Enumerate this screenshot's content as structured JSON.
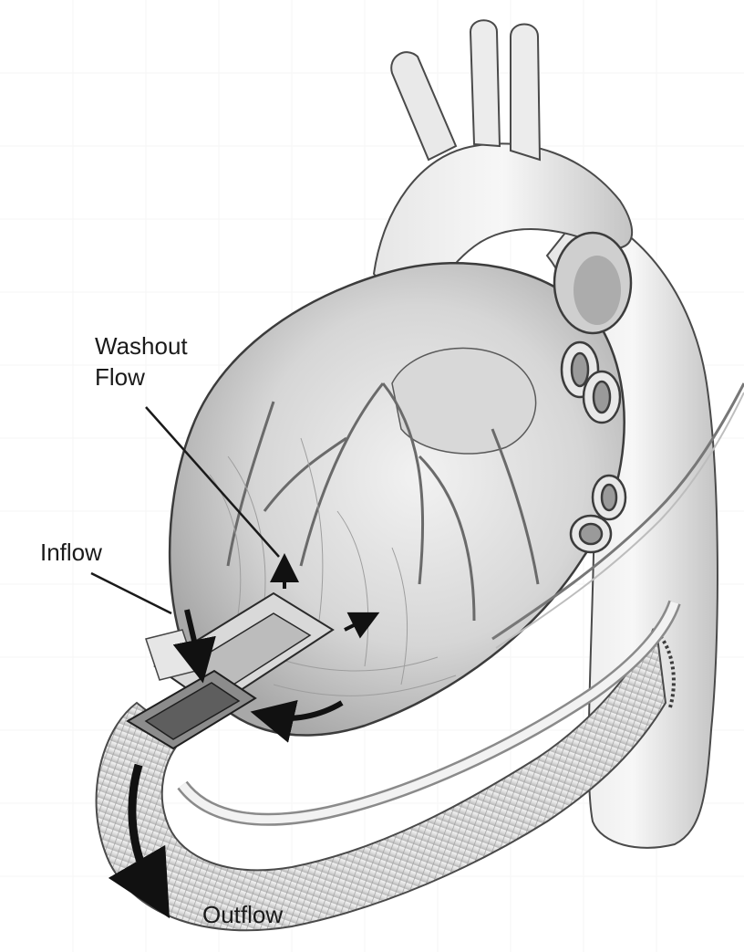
{
  "labels": {
    "washout_line1": "Washout",
    "washout_line2": "Flow",
    "inflow": "Inflow",
    "outflow": "Outflow"
  },
  "colors": {
    "ink": "#1a1a1a",
    "tissue": "#d9d9d9",
    "tissue_light": "#ececec",
    "tissue_dark": "#9a9a9a",
    "arrow": "#111111"
  }
}
